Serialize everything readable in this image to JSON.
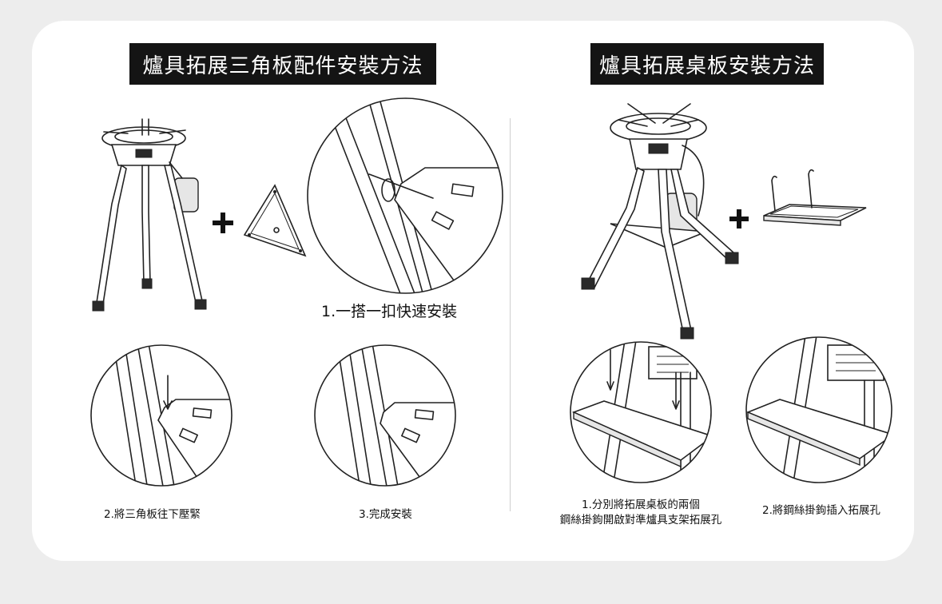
{
  "left_section": {
    "title": "爐具拓展三角板配件安裝方法",
    "step1": "1.一搭一扣快速安裝",
    "step2": "2.將三角板往下壓緊",
    "step3": "3.完成安裝"
  },
  "right_section": {
    "title": "爐具拓展桌板安裝方法",
    "step1_line1": "1.分別將拓展桌板的兩個",
    "step1_line2": "鋼絲掛鉤開啟對準爐具支架拓展孔",
    "step2": "2.將鋼絲掛鉤插入拓展孔"
  },
  "icons": {
    "plus": "plus-icon"
  },
  "colors": {
    "title_bg": "#141414",
    "title_text": "#ffffff",
    "card_bg": "#ffffff",
    "page_bg": "#ededed"
  }
}
